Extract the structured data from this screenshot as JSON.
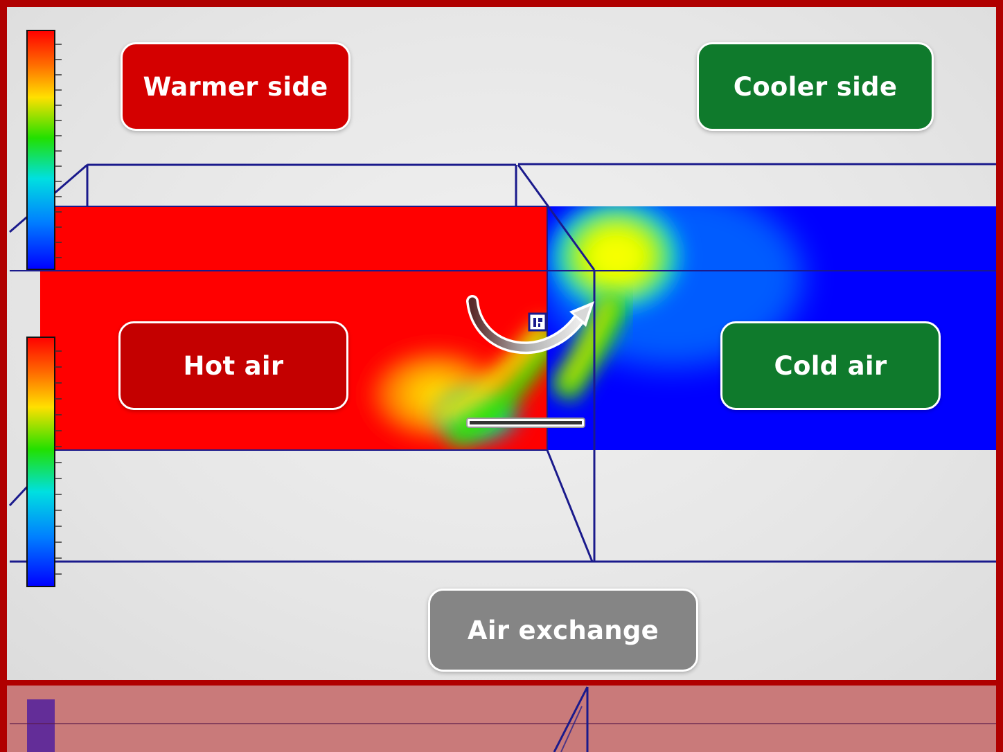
{
  "labels": {
    "warmer_side": "Warmer side",
    "cooler_side": "Cooler side",
    "hot_air": "Hot air",
    "cold_air": "Cold air",
    "air_exchange": "Air exchange"
  },
  "colors": {
    "frame_border": "#b00000",
    "warm_label": "#d40000",
    "hot_label": "#c40000",
    "cool_label": "#0f7a2c",
    "exchange_label": "#858585",
    "hot_region": "#ff0000",
    "cold_region": "#0000ff",
    "wireframe": "#1a1a8c"
  },
  "icons": {
    "flow_arrow": "curved-arrow-icon",
    "sensor": "sensor-icon",
    "vent": "vent-bar-icon"
  }
}
